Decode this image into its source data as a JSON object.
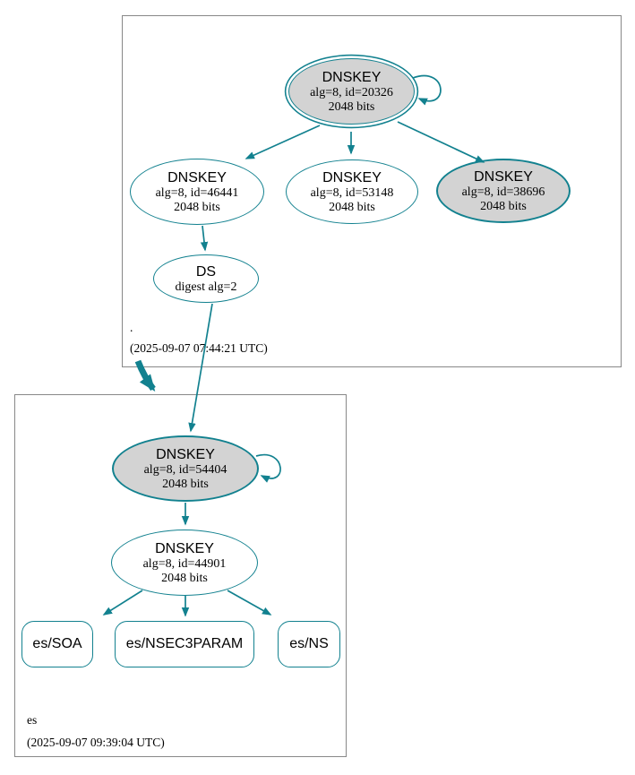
{
  "colors": {
    "edge": "#12818F",
    "sep_fill": "#D3D3D3",
    "node_fill": "#FFFFFF",
    "cluster_border": "#888888",
    "text": "#000000"
  },
  "zones": {
    "root": {
      "name": ".",
      "timestamp": "(2025-09-07 07:44:21 UTC)"
    },
    "es": {
      "name": "es",
      "timestamp": "(2025-09-07 09:39:04 UTC)"
    }
  },
  "nodes": {
    "ksk_root": {
      "title": "DNSKEY",
      "detail": "alg=8, id=20326",
      "bits": "2048 bits"
    },
    "zsk_root_46441": {
      "title": "DNSKEY",
      "detail": "alg=8, id=46441",
      "bits": "2048 bits"
    },
    "zsk_root_53148": {
      "title": "DNSKEY",
      "detail": "alg=8, id=53148",
      "bits": "2048 bits"
    },
    "ksk_root_38696": {
      "title": "DNSKEY",
      "detail": "alg=8, id=38696",
      "bits": "2048 bits"
    },
    "ds_root": {
      "title": "DS",
      "detail": "digest alg=2"
    },
    "ksk_es": {
      "title": "DNSKEY",
      "detail": "alg=8, id=54404",
      "bits": "2048 bits"
    },
    "zsk_es": {
      "title": "DNSKEY",
      "detail": "alg=8, id=44901",
      "bits": "2048 bits"
    },
    "rrset_soa": {
      "label": "es/SOA"
    },
    "rrset_nsec3param": {
      "label": "es/NSEC3PARAM"
    },
    "rrset_ns": {
      "label": "es/NS"
    }
  }
}
